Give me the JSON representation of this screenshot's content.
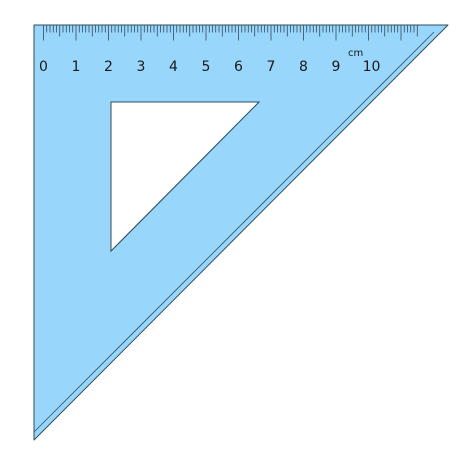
{
  "ruler": {
    "unit": "cm",
    "labels": [
      "0",
      "1",
      "2",
      "3",
      "4",
      "5",
      "6",
      "7",
      "8",
      "9",
      "10"
    ],
    "colors": {
      "body": "#99d6fb",
      "edge": "#2f4f5f",
      "ticks": "#1f3a48",
      "cutout": "#ffffff"
    }
  }
}
